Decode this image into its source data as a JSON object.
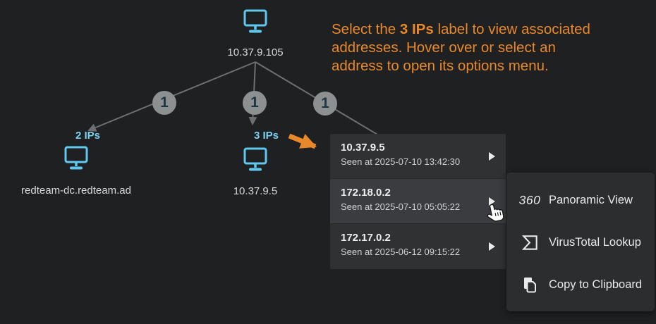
{
  "colors": {
    "background": "#1e2022",
    "accent_blue": "#5fc9ee",
    "accent_orange": "#e8882a",
    "badge_gray": "#8c9091",
    "badge_text": "#1e3642",
    "edge_gray": "#6d6f70",
    "popup_bg": "#2f3133",
    "popup_row_hover_bg": "#3a3c3f",
    "menu_bg": "#2b2d2f"
  },
  "instruction": {
    "line1_pre": "Select the ",
    "line1_bold": "3 IPs",
    "line1_post": " label to view associated",
    "line2": "addresses. Hover over or select an",
    "line3": "address to open its options menu."
  },
  "graph": {
    "root_label": "10.37.9.105",
    "edge_badges": [
      "1",
      "1",
      "1"
    ],
    "left_node": {
      "count_label": "2 IPs",
      "label": "redteam-dc.redteam.ad"
    },
    "middle_node": {
      "count_label": "3 IPs",
      "label": "10.37.9.5"
    }
  },
  "ip_popup": {
    "rows": [
      {
        "ip": "10.37.9.5",
        "seen": "Seen at 2025-07-10 13:42:30"
      },
      {
        "ip": "172.18.0.2",
        "seen": "Seen at 2025-07-10 05:05:22"
      },
      {
        "ip": "172.17.0.2",
        "seen": "Seen at 2025-06-12 09:15:22"
      }
    ]
  },
  "context_menu": {
    "items": [
      {
        "icon": "panoramic-360-icon",
        "icon_text": "360",
        "label": "Panoramic View"
      },
      {
        "icon": "virustotal-icon",
        "label": "VirusTotal Lookup"
      },
      {
        "icon": "copy-icon",
        "label": "Copy to Clipboard"
      }
    ]
  }
}
